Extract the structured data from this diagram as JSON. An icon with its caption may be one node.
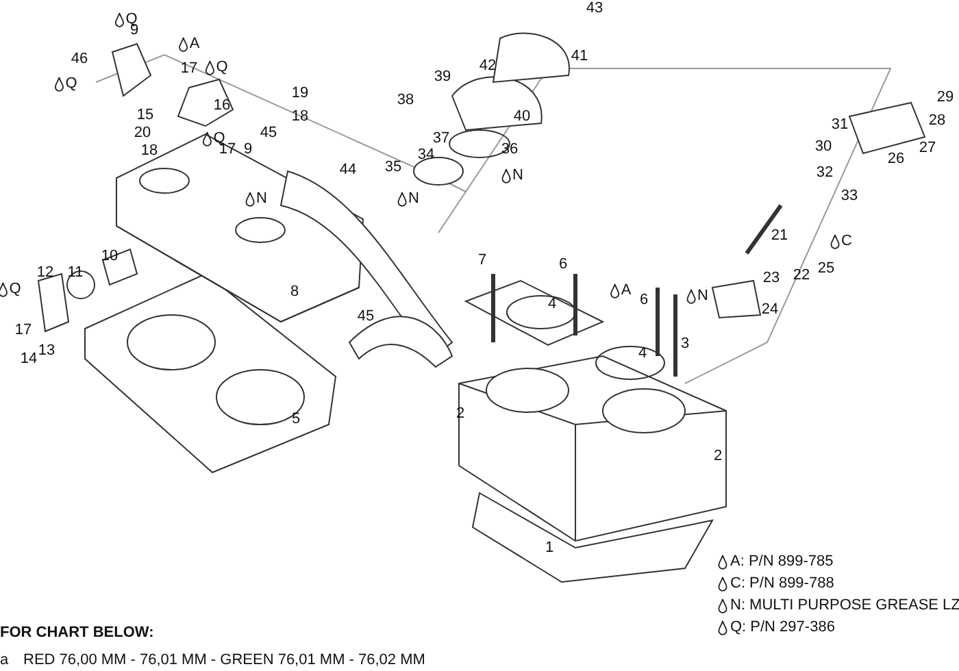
{
  "diagram": {
    "labels": [
      "Q",
      "9",
      "A",
      "46",
      "17",
      "Q",
      "Q",
      "16",
      "15",
      "19",
      "18",
      "20",
      "18",
      "Q",
      "17",
      "9",
      "45",
      "N",
      "10",
      "12",
      "11",
      "Q",
      "8",
      "17",
      "13",
      "14",
      "5",
      "45",
      "44",
      "43",
      "42",
      "41",
      "39",
      "38",
      "40",
      "37",
      "36",
      "35",
      "34",
      "N",
      "N",
      "29",
      "31",
      "28",
      "30",
      "27",
      "26",
      "32",
      "33",
      "21",
      "C",
      "25",
      "23",
      "22",
      "24",
      "7",
      "6",
      "A",
      "6",
      "N",
      "3",
      "4",
      "4",
      "2",
      "2",
      "1",
      "FOR CHART BELOW:",
      "a",
      "RED 76,00 MM - 76,01 MM - GREEN 76,01 MM - 76,02 MM"
    ],
    "legend": [
      {
        "text": "A: P/N 899-785"
      },
      {
        "text": "C: P/N 899-788"
      },
      {
        "text": "N: MULTI PURPOSE GREASE LZ"
      },
      {
        "text": "Q: P/N 297-386"
      }
    ]
  }
}
